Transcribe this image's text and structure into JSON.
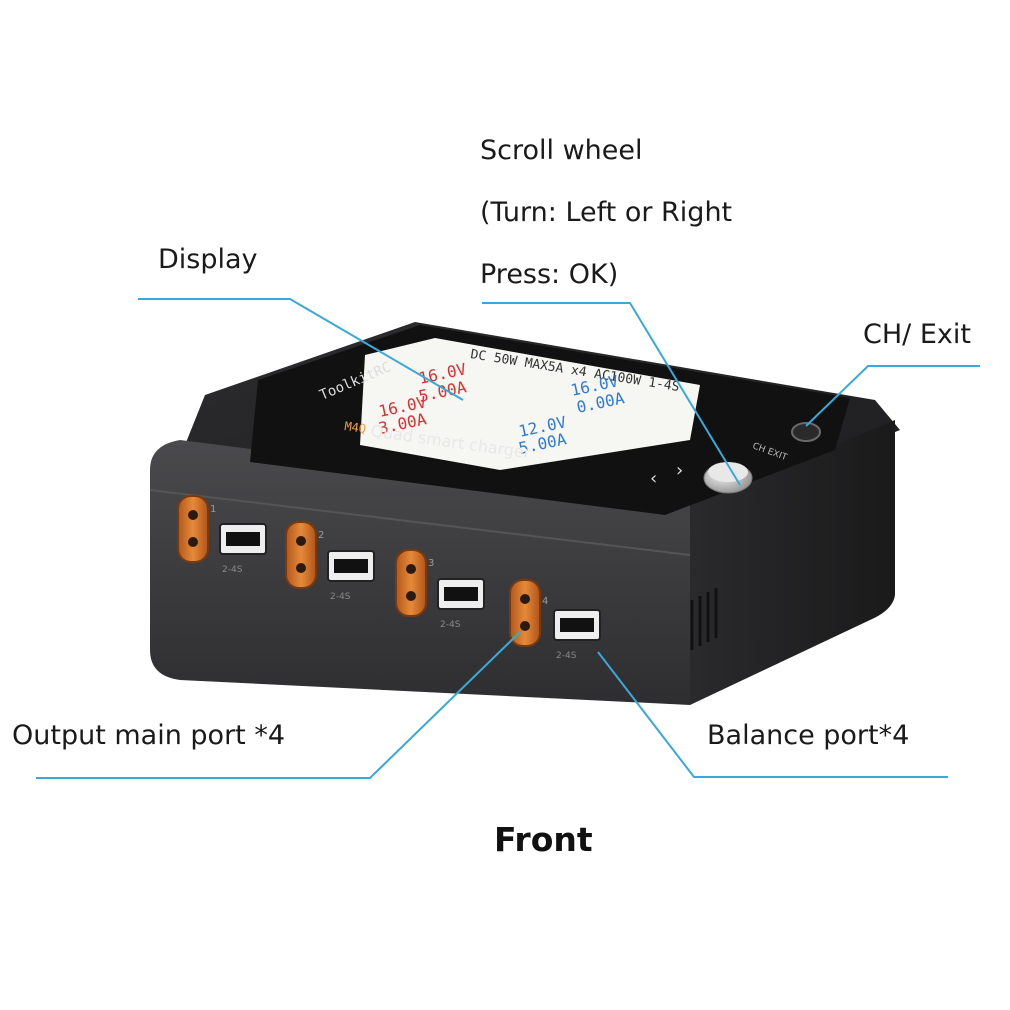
{
  "labels": {
    "scroll_line1": "Scroll wheel",
    "scroll_line2": "(Turn: Left or Right",
    "scroll_line3": "Press: OK)",
    "display": "Display",
    "ch_exit": "CH/ Exit",
    "output_port": "Output main port *4",
    "balance_port": "Balance port*4",
    "front": "Front"
  },
  "device": {
    "brand": "ToolkitRC",
    "model": "M4Q",
    "tagline": "Quad smart charger",
    "header": "DC 50W MAX5A x4  AC100W  1-4S",
    "button_label": "CH EXIT",
    "balance_tag": "2-4S",
    "channels": [
      {
        "voltage": "16.0V",
        "current": "5.00A"
      },
      {
        "voltage": "16.0V",
        "current": "0.00A"
      },
      {
        "voltage": "16.0V",
        "current": "3.00A"
      },
      {
        "voltage": "12.0V",
        "current": "5.00A"
      }
    ],
    "port_numbers": [
      "1",
      "2",
      "3",
      "4"
    ]
  },
  "colors": {
    "callout_line": "#3aa9d9",
    "body": "#3b3b3d",
    "connector": "#d9772a"
  }
}
